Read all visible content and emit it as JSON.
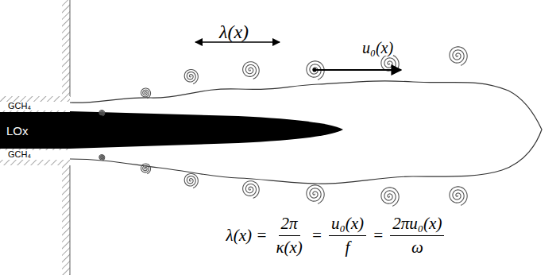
{
  "diagram": {
    "nodes": [
      {
        "text": [
          "GCH₄"
        ]
      },
      {
        "text": [
          "LOx"
        ]
      },
      {
        "text": [
          "GCH₄"
        ]
      }
    ],
    "labels": [
      "λ(x)",
      "u₀(x)",
      "λ(x) =",
      "2π",
      "κ(x)",
      "=",
      "u₀(x)",
      "f",
      "=",
      "2πu₀(x)",
      "ω"
    ]
  }
}
